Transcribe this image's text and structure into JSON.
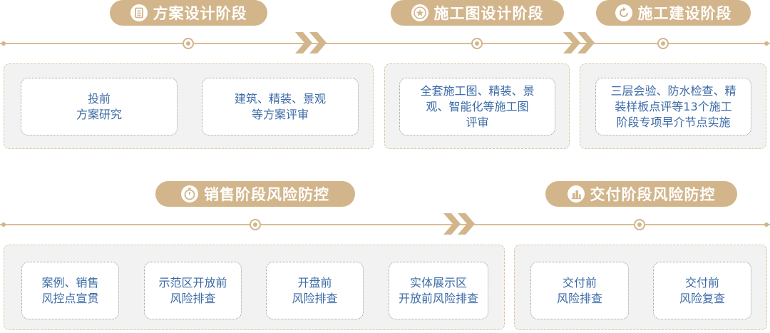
{
  "stages": {
    "scheme": {
      "label": "方案设计阶段",
      "icon": "document-list-icon"
    },
    "construction_drawing": {
      "label": "施工图设计阶段",
      "icon": "star-badge-icon"
    },
    "construction": {
      "label": "施工建设阶段",
      "icon": "circular-arrow-icon"
    },
    "sales": {
      "label": "销售阶段风险防控",
      "icon": "timer-icon"
    },
    "delivery": {
      "label": "交付阶段风险防控",
      "icon": "buildings-icon"
    }
  },
  "cards": {
    "scheme_1": "投前\n方案研究",
    "scheme_2": "建筑、精装、景观\n等方案评审",
    "drawing_1": "全套施工图、精装、景\n观、智能化等施工图\n评审",
    "construction_1": "三层会验、防水检查、精\n装样板点评等13个施工\n阶段专项早介节点实施",
    "sales_1": "案例、销售\n风控点宣贯",
    "sales_2": "示范区开放前\n风险排查",
    "sales_3": "开盘前\n风险排查",
    "sales_4": "实体展示区\n开放前风险排查",
    "delivery_1": "交付前\n风险排查",
    "delivery_2": "交付前\n风险复查"
  },
  "colors": {
    "accent": "#d2b58b",
    "timeline": "#d8bd95",
    "card_text": "#3b6aa6",
    "group_bg": "#f2f2f2"
  }
}
